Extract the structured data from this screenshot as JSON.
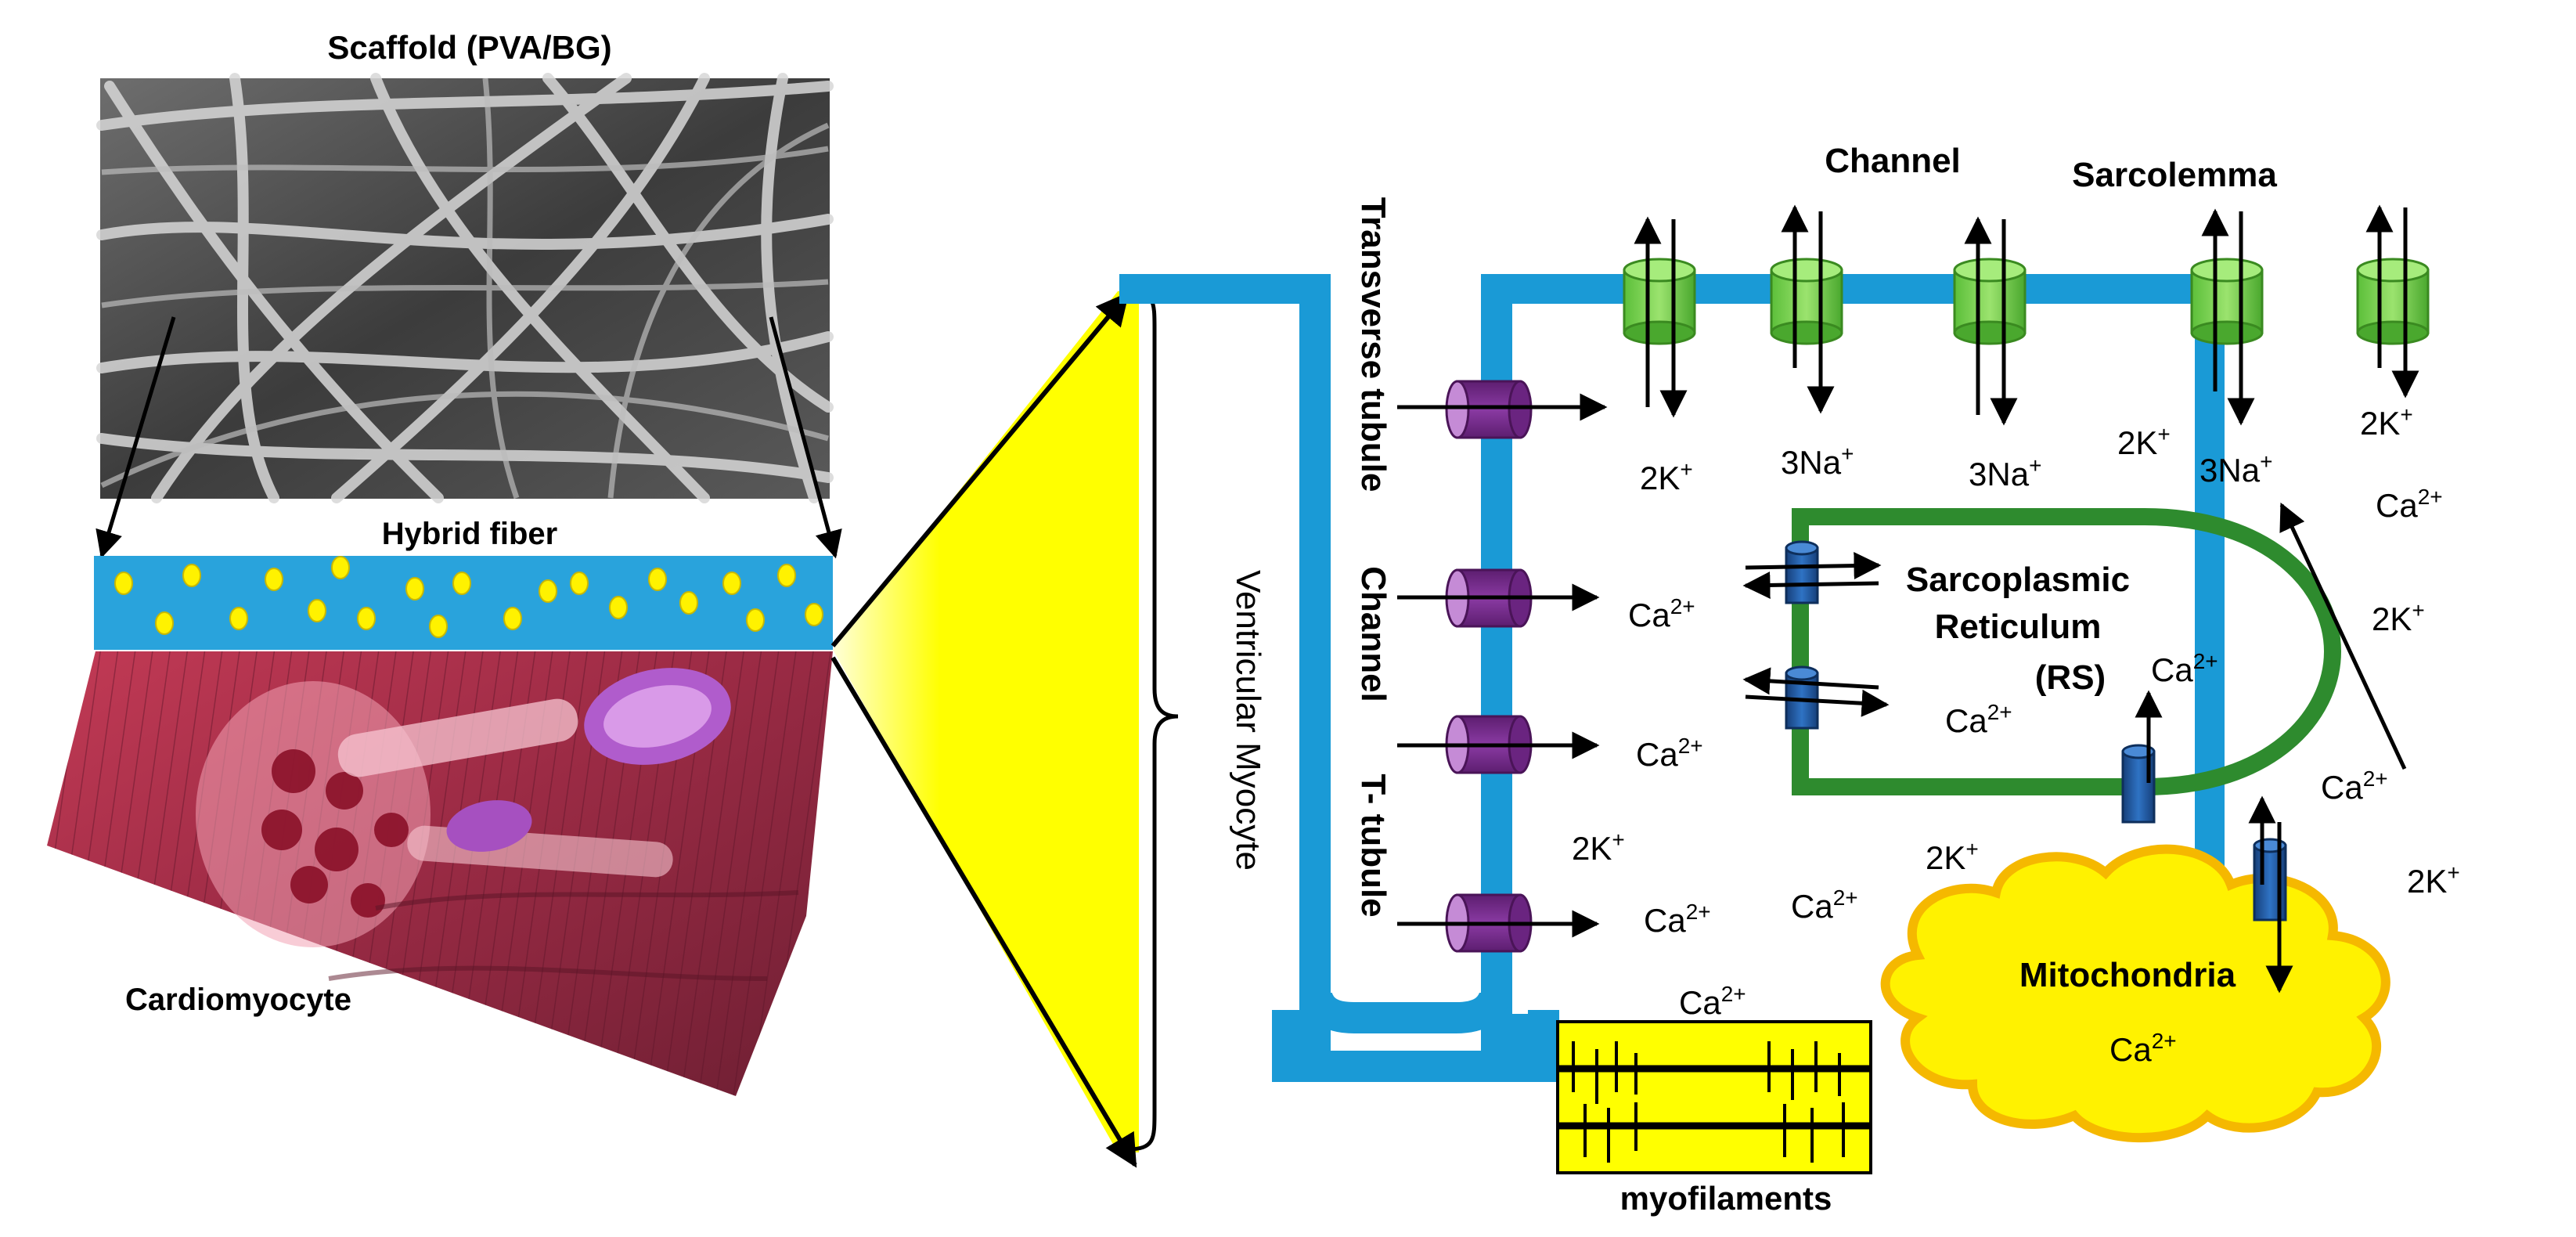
{
  "left_panel": {
    "scaffold_title": "Scaffold (PVA/BG)",
    "hybrid_fiber_label": "Hybrid fiber",
    "cardiomyocyte_label": "Cardiomyocyte"
  },
  "myocyte": {
    "ventricular_label": "Ventricular Myocyte",
    "transverse_tubule_label": "Transverse  tubule",
    "channel_side_label": "Channel",
    "t_tubule_label": "T- tubule"
  },
  "cell": {
    "channel_label": "Channel",
    "sarcolemma_label": "Sarcolemma",
    "sr_label_line1": "Sarcoplasmic",
    "sr_label_line2": "Reticulum",
    "sr_label_line3": "(RS)",
    "mitochondria_label": "Mitochondria",
    "myofilaments_label": "myofilaments"
  },
  "ions": {
    "k": "2K",
    "k_sup": "+",
    "na": "3Na",
    "na_sup": "+",
    "ca": "Ca",
    "ca_sup": "2+"
  },
  "colors": {
    "membrane": "#1a9ad6",
    "hybrid_fiber": "#29a3dc",
    "yellow": "#ffff00",
    "mito_fill": "#fff200",
    "mito_border": "#f5b800",
    "sr_green": "#2e8b2e",
    "channel_green": "#7ed957",
    "channel_purple": "#7a2a8f",
    "channel_blue": "#1f5fa8"
  }
}
